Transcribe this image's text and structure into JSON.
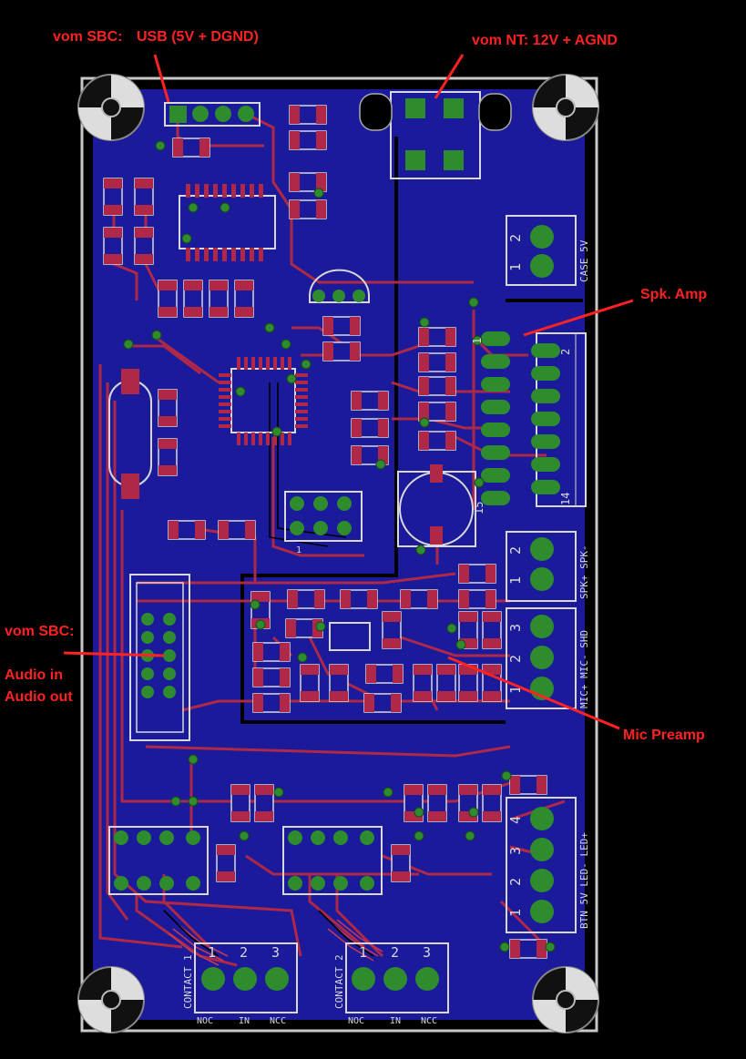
{
  "annotations": {
    "vom_sbc_usb": "vom SBC:",
    "usb_label": "USB (5V + DGND)",
    "vom_nt": "vom NT: 12V + AGND",
    "spk_amp": "Spk. Amp",
    "vom_sbc_audio": "vom SBC:",
    "audio_in": "Audio in",
    "audio_out": "Audio out",
    "mic_preamp": "Mic Preamp"
  },
  "silkscreen": {
    "case_5v": "CASE  5V",
    "spk_label": "SPK+ SPK-",
    "mic_label": "MIC+ MIC- SHD",
    "btn_label": "BTN  5V  LED- LED+",
    "contact1": "CONTACT 1",
    "contact2": "CONTACT 2",
    "noc": "NOC",
    "in": "IN",
    "ncc": "NCC",
    "num1": "1",
    "num2": "2",
    "num3": "3",
    "num4": "4",
    "num15": "15",
    "num14": "14"
  },
  "colors": {
    "board": "#1a1a9a",
    "pad": "#2e8b2e",
    "trace": "#b02848",
    "silk": "#d8d8d8",
    "annotation": "#ff2222"
  }
}
